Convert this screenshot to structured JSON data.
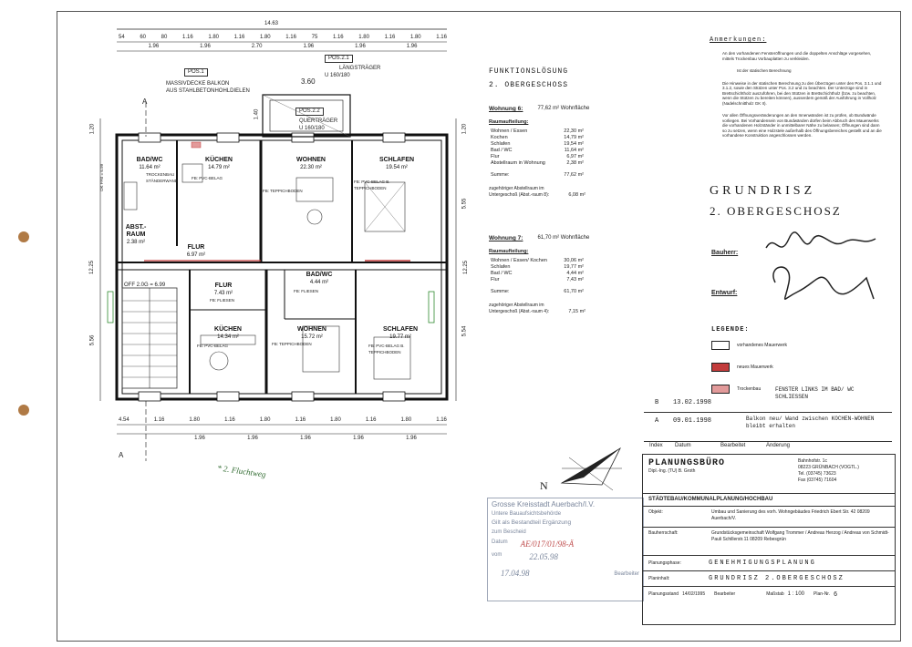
{
  "plan": {
    "top_dims_total": "14.63",
    "top_dims_row": [
      "54",
      "60",
      "80",
      "1.16",
      "1.80",
      "1.16",
      "1.80",
      "1.16",
      "75",
      "1.16",
      "1.80",
      "1.16",
      "1.80",
      "1.16"
    ],
    "top_dims_row2": [
      "1.96",
      "1.96",
      "2.70",
      "1.96",
      "1.96",
      "1.96"
    ],
    "bottom_dims_row": [
      "4.54",
      "1.16",
      "1.80",
      "1.16",
      "1.80",
      "1.16",
      "1.80",
      "1.16",
      "1.80",
      "1.16"
    ],
    "bottom_dims_row2": [
      "1.96",
      "1.96",
      "1.96",
      "1.96",
      "1.96"
    ],
    "left_dims": [
      "1.20",
      "12.25",
      "5.56"
    ],
    "right_dims": [
      "12.25",
      "5.55",
      "5.54",
      "1.20"
    ],
    "pos1": "POS.1",
    "pos21": "POS.2.1",
    "pos22": "POS.2.2",
    "balcony_note_1": "MASSIVDECKE BALKON",
    "balcony_note_2": "AUS STAHLBETONHOHLDIELEN",
    "laengstraeger": "LÄNGSTRÄGER",
    "laengstraeger_val": "U 160/180",
    "quertraeger": "QUERTRÄGER",
    "quertraeger_val": "U 160/180",
    "balcony_dim": "3.60",
    "balcony_dim2": "1.40",
    "section_mark": "A",
    "handnote": "* 2. Fluchtweg",
    "rooms": [
      {
        "name": "BAD/WC",
        "area": "11.64 m²",
        "note": "TROCKENBAU STÄNDERWAND"
      },
      {
        "name": "KÜCHEN",
        "area": "14.79 m²",
        "note": "FB: PVC-BELAG"
      },
      {
        "name": "WOHNEN",
        "area": "22.30 m²",
        "note": "FB: TEPPICHBODEN"
      },
      {
        "name": "SCHLAFEN",
        "area": "19.54 m²",
        "note": "FB: PVC-BELAG B. TEPPICHBODEN"
      },
      {
        "name": "ABST.-RAUM",
        "area": "2.38 m²",
        "note": ""
      },
      {
        "name": "FLUR",
        "area": "6.97 m²",
        "note": ""
      },
      {
        "name": "BAD/WC",
        "area": "4.44 m²",
        "note": "FB: FLIESEN"
      },
      {
        "name": "FLUR",
        "area": "7.43 m²",
        "note": "FB: FLIESEN"
      },
      {
        "name": "KÜCHEN",
        "area": "14.34 m²",
        "note": "FB: PVC-BELAG"
      },
      {
        "name": "WOHNEN",
        "area": "15.72 m²",
        "note": "FB: TEPPICHBODEN"
      },
      {
        "name": "SCHLAFEN",
        "area": "19.77 m²",
        "note": "FB: PVC-BELAG B. TEPPICHBODEN"
      }
    ],
    "stair_label": "OFF 2.0G = 6.99",
    "stair_label2": "OK FFB = 6.99"
  },
  "funktion": {
    "title1": "FUNKTIONSLÖSUNG",
    "title2": "2. OBERGESCHOSS",
    "w6_label": "Wohnung 6:",
    "w6_total": "77,62 m² Wohnfläche",
    "w6_sub": "Raumaufteilung:",
    "w6_rows": [
      [
        "Wohnen / Essen",
        "22,30 m²"
      ],
      [
        "Kochen",
        "14,79 m²"
      ],
      [
        "Schlafen",
        "19,54 m²"
      ],
      [
        "Bad / WC",
        "11,64 m²"
      ],
      [
        "Flur",
        "6,97 m²"
      ],
      [
        "Abstellraum in Wohnung",
        "2,38 m²"
      ]
    ],
    "w6_sum_label": "Summe:",
    "w6_sum": "77,62 m²",
    "w6_extra_label": "zugehöriger Abstellraum im Untergeschoß (Abst.-raum 8):",
    "w6_extra": "6,08 m²",
    "w7_label": "Wohnung 7:",
    "w7_total": "61,70 m² Wohnfläche",
    "w7_sub": "Raumaufteilung:",
    "w7_rows": [
      [
        "Wohnen / Essen/ Kochen",
        "30,06 m²"
      ],
      [
        "Schlafen",
        "19,77 m²"
      ],
      [
        "Bad / WC",
        "4,44 m²"
      ],
      [
        "Flur",
        "7,43 m²"
      ]
    ],
    "w7_sum_label": "Summe:",
    "w7_sum": "61,70 m²",
    "w7_extra_label": "zugehöriger Abstellraum im Untergeschoß (Abst.-raum 4):",
    "w7_extra": "7,15 m²"
  },
  "notes": {
    "heading": "Anmerkungen:",
    "items": [
      "An den vorhandenen Fensteröffnungen und die doppelten Anschläge vorgesehen, mittels Trockenbau Vorbauplatten zu verkleiden.",
      "Ist der statischen Berechnung",
      "Die Hinweise in der statischen Berechnung zu den Überzügen unter den Pos. 3.1.1 und 3.1.2, sowie den Stützen unter Pos. 3.2 und zu beachten. Der Unterzüge sind in Brettschichtholz auszuführen, bei den Stützen in Brettschichtholz (bzw. zu beachten, wenn die Stützen zu bereiten können), ausserdem gemäß der Ausführung in Vollholz (Nadelschnittholz GK II).",
      "Vor allen Öffnungsveränderungen an den Innenwänden ist zu prüfen, ob Bundwände vorliegen. Bei Vorhandensein von Bundwänden dürfen beim Abbruch des Mauerwerks die vorhandenen Holzständer in unmittelbarer Nähe zu belassen; Öffnungen sind dann so zu setzen, wenn eine Holzstele außerhalb des Öffnungsbereiches gestellt und an die vorhandene Konstruktion angeschlossen werden."
    ]
  },
  "title_block": {
    "title1": "GRUNDRISZ",
    "title2": "2. OBERGESCHOSZ",
    "bauherr": "Bauherr:",
    "entwurf": "Entwurf:"
  },
  "legend": {
    "heading": "LEGENDE:",
    "items": [
      {
        "label": "vorhandenes Mauerwerk",
        "color": "#ffffff"
      },
      {
        "label": "neues Mauerwerk",
        "color": "#c23b3b"
      },
      {
        "label": "Trockenbau",
        "color": "#e29a9a"
      }
    ]
  },
  "revisions": {
    "rows": [
      {
        "index": "B",
        "date": "13.02.1998",
        "by": "",
        "change": "FENSTER LINKS IM BAD/ WC SCHLIESSEN"
      },
      {
        "index": "A",
        "date": "09.01.1998",
        "by": "",
        "change": "Balkon neu/ Wand zwischen KOCHEN-WOHNEN bleibt erhalten"
      }
    ],
    "headers": [
      "Index",
      "Datum",
      "Bearbeitet",
      "Änderung"
    ]
  },
  "stamp": {
    "line1": "Grosse Kreisstadt Auerbach/I.V.",
    "line2": "Untere Bauaufsichtsbehörde",
    "line3": "Gilt als Bestandteil Ergänzung",
    "line4": "zum Bescheid",
    "line5": "Datum",
    "line5_val": "AE/017/01/98-Ä",
    "line6": "vom",
    "line6_val": "22.05.98",
    "date": "17.04.98",
    "role": "Bearbeiter"
  },
  "office": {
    "name": "PLANUNGSBÜRO",
    "person": "Dipl.-Ing. (TU) B. Groth",
    "street": "Bahnhofstr. 1c",
    "city": "08223 GRÜNBACH (VOGTL.)",
    "tel": "Tel. (03745) 73623",
    "fax": "Fax (03745) 71604",
    "services": "STÄDTEBAU/KOMMUNALPLANUNG/HOCHBAU",
    "objekt_label": "Objekt:",
    "objekt": "Umbau und Sanierung des vorh. Wohngebäudes Friedrich Ebert Str. 42 08209 Auerbach/V.",
    "bauherr_label": "Bauherrschaft:",
    "bauherr": "Grundstücksgemeinschaft Wolfgang Trommer / Andreas Herzog / Andreas von Schmidt-Pauli Schillerstr.11 08209 Rebesgrün",
    "phase_label": "Planungsphase:",
    "phase": "GENEHMIGUNGSPLANUNG",
    "plan_label": "Planinhalt:",
    "plan": "GRUNDRISZ 2.OBERGESCHOSZ",
    "stand_label": "Planungsstand",
    "stand": "14/02/1995",
    "bearb_label": "Bearbeiter",
    "mass_label": "Maßstab",
    "mass": "1 : 100",
    "nr_label": "Plan-Nr.",
    "nr": "6"
  }
}
